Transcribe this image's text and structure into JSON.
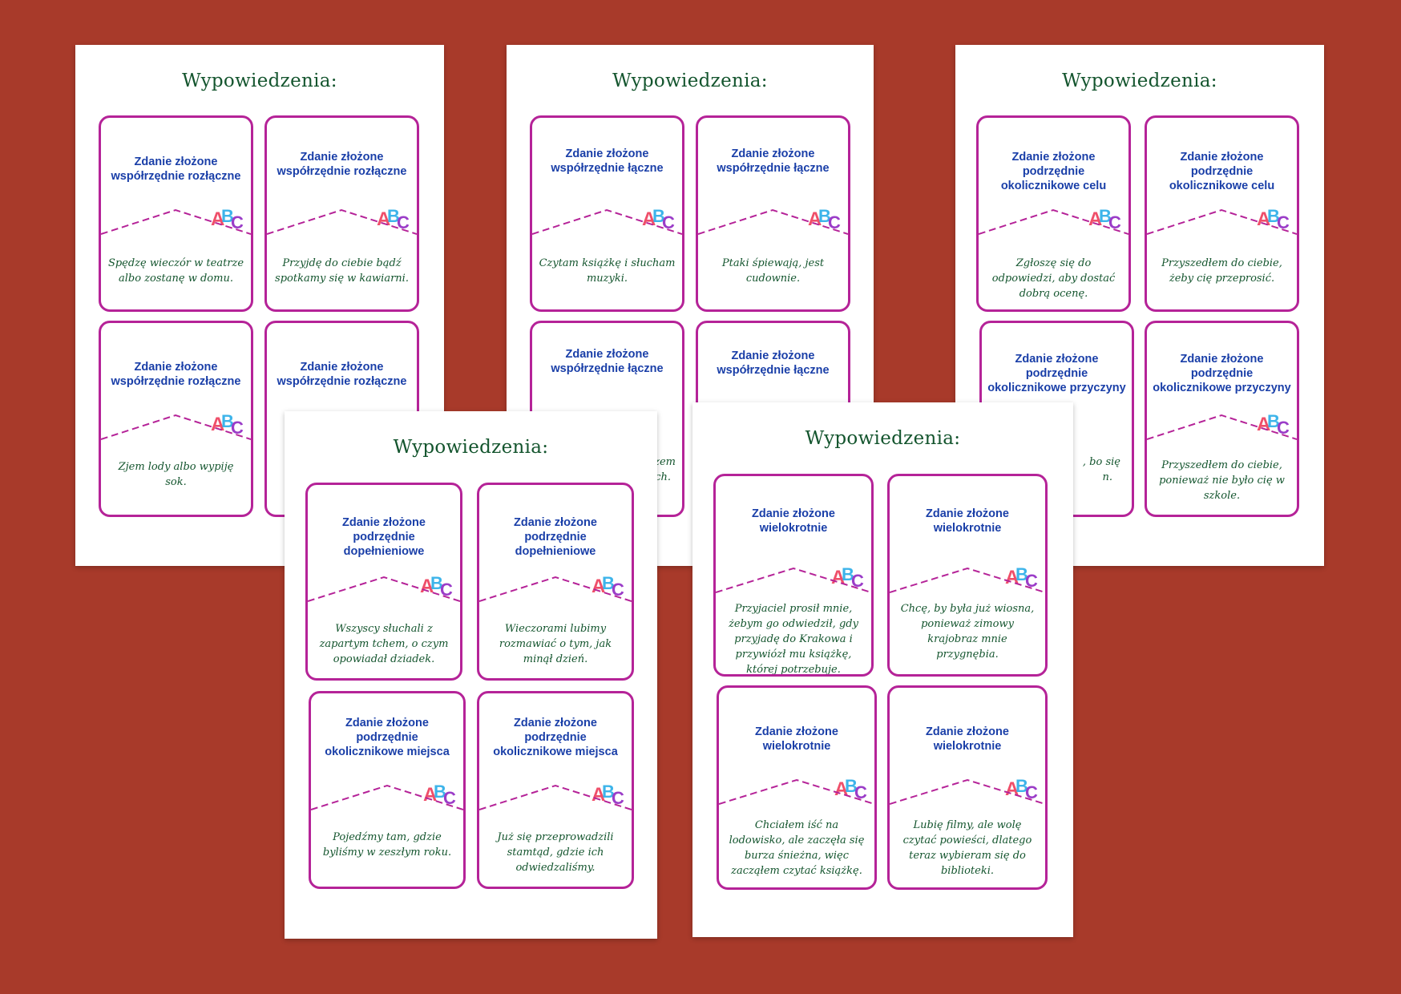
{
  "sheets": [
    {
      "title": "Wypowiedzenia:",
      "cards": [
        {
          "type": "Zdanie złożone\nwspółrzędnie rozłączne",
          "example": "Spędzę wieczór w teatrze albo zostanę w domu."
        },
        {
          "type": "Zdanie złożone\nwspółrzędnie rozłączne",
          "example": "Przyjdę do ciebie bądź spotkamy się w kawiarni."
        },
        {
          "type": "Zdanie złożone\nwspółrzędnie rozłączne",
          "example": "Zjem lody albo wypiję sok."
        },
        {
          "type": "Zdanie złożone\nwspółrzędnie rozłączne",
          "example": ""
        }
      ]
    },
    {
      "title": "Wypowiedzenia:",
      "cards": [
        {
          "type": "Zdanie złożone\nwspółrzędnie łączne",
          "example": "Czytam książkę i słucham muzyki."
        },
        {
          "type": "Zdanie złożone\nwspółrzędnie łączne",
          "example": "Ptaki śpiewają, jest cudownie."
        },
        {
          "type": "Zdanie złożone\nwspółrzędnie łączne",
          "example": ""
        },
        {
          "type": "Zdanie złożone\nwspółrzędnie łączne",
          "example": ""
        }
      ],
      "partial_text": [
        "zem",
        "ch."
      ]
    },
    {
      "title": "Wypowiedzenia:",
      "cards": [
        {
          "type": "Zdanie złożone\npodrzędnie\nokolicznikowe celu",
          "example": "Zgłoszę się do odpowiedzi, aby dostać dobrą ocenę."
        },
        {
          "type": "Zdanie złożone\npodrzędnie\nokolicznikowe celu",
          "example": "Przyszedłem do ciebie, żeby cię przeprosić."
        },
        {
          "type": "Zdanie złożone\npodrzędnie\nokolicznikowe przyczyny",
          "example": ""
        },
        {
          "type": "Zdanie złożone\npodrzędnie\nokolicznikowe przyczyny",
          "example": "Przyszedłem do ciebie, ponieważ nie było cię w szkole."
        }
      ],
      "partial_text": [
        ", bo się",
        "n."
      ]
    },
    {
      "title": "Wypowiedzenia:",
      "cards": [
        {
          "type": "Zdanie złożone\npodrzędnie\ndopełnieniowe",
          "example": "Wszyscy słuchali z zapartym tchem, o czym opowiadał dziadek."
        },
        {
          "type": "Zdanie złożone\npodrzędnie\ndopełnieniowe",
          "example": "Wieczorami lubimy rozmawiać o tym, jak minął dzień."
        },
        {
          "type": "Zdanie złożone\npodrzędnie\nokolicznikowe miejsca",
          "example": "Pojedźmy tam, gdzie byliśmy w zeszłym roku."
        },
        {
          "type": "Zdanie złożone\npodrzędnie\nokolicznikowe miejsca",
          "example": "Już się przeprowadzili stamtąd, gdzie ich odwiedzaliśmy."
        }
      ]
    },
    {
      "title": "Wypowiedzenia:",
      "cards": [
        {
          "type": "Zdanie złożone\nwielokrotnie",
          "example": "Przyjaciel prosił mnie, żebym go odwiedził, gdy przyjadę do Krakowa i przywiózł mu książkę, której potrzebuje."
        },
        {
          "type": "Zdanie złożone\nwielokrotnie",
          "example": "Chcę, by była już wiosna, ponieważ zimowy krajobraz mnie przygnębia."
        },
        {
          "type": "Zdanie złożone\nwielokrotnie",
          "example": "Chciałem iść na lodowisko, ale zaczęła się burza śnieżna, więc zacząłem czytać książkę."
        },
        {
          "type": "Zdanie złożone\nwielokrotnie",
          "example": "Lubię filmy, ale wolę czytać powieści, dlatego teraz wybieram się do biblioteki."
        }
      ]
    }
  ],
  "colors": {
    "background": "#a83a2a",
    "title": "#14552e",
    "card_border": "#b52398",
    "card_type": "#1a3fa8",
    "example": "#14552e"
  },
  "icons": [
    "abc-letters-icon"
  ]
}
